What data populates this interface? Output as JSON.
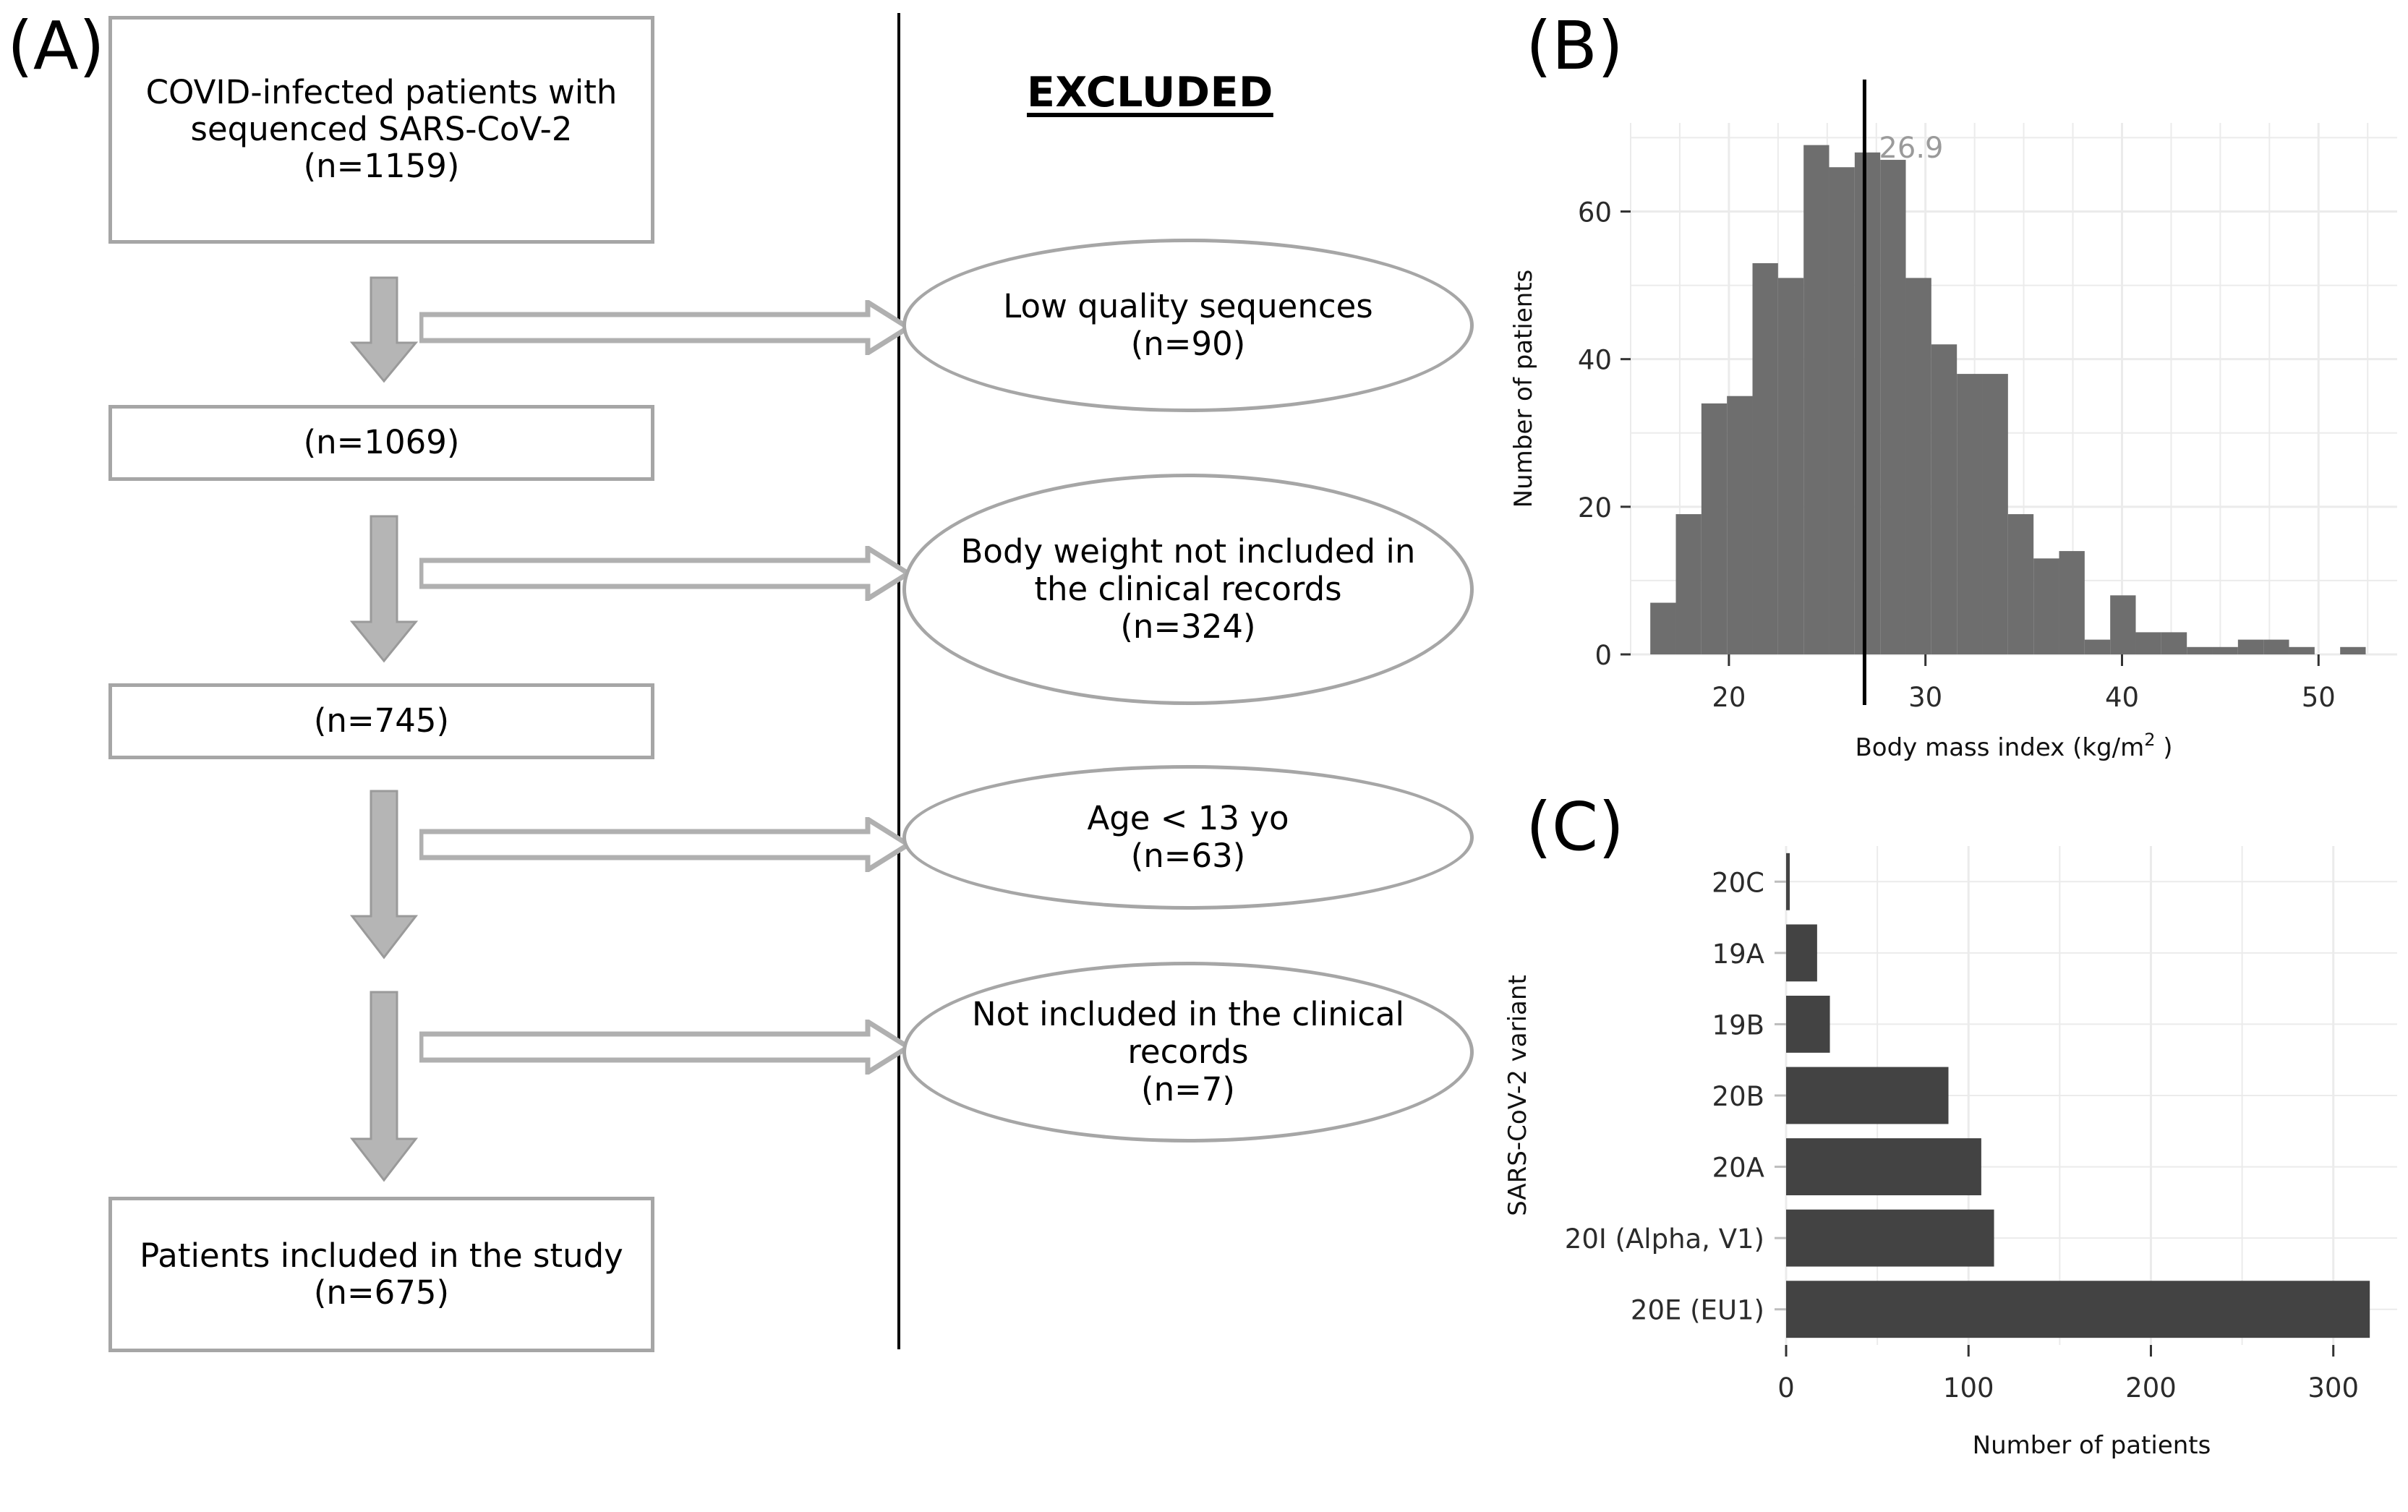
{
  "panels": {
    "a": {
      "letter": "(A)",
      "excluded_heading": "EXCLUDED",
      "boxes": [
        {
          "id": "box-initial",
          "text": "COVID-infected patients with sequenced SARS-CoV-2\n(n=1159)"
        },
        {
          "id": "box-1069",
          "text": "(n=1069)"
        },
        {
          "id": "box-745",
          "text": "(n=745)"
        },
        {
          "id": "box-final",
          "text": "Patients included in the study\n(n=675)"
        }
      ],
      "exclusions": [
        {
          "id": "excl-low-quality",
          "text": "Low quality sequences\n(n=90)",
          "n": 90
        },
        {
          "id": "excl-body-weight",
          "text": "Body weight not included in the clinical records\n(n=324)",
          "n": 324
        },
        {
          "id": "excl-age",
          "text": "Age < 13 yo\n(n=63)",
          "n": 63
        },
        {
          "id": "excl-not-included",
          "text": "Not included in the clinical records\n(n=7)",
          "n": 7
        }
      ]
    },
    "b": {
      "letter": "(B)",
      "vline_label": "26.9"
    },
    "c": {
      "letter": "(C)"
    }
  },
  "chart_data": [
    {
      "id": "bmi-histogram",
      "panel": "(B)",
      "type": "bar",
      "title": "",
      "xlabel": "Body mass index (kg/m² )",
      "ylabel": "Number of patients",
      "xlim": [
        15,
        54
      ],
      "ylim": [
        0,
        72
      ],
      "xticks": [
        20,
        30,
        40,
        50
      ],
      "yticks": [
        0,
        20,
        40,
        60
      ],
      "grid": true,
      "bin_width": 1.3,
      "bin_starts": [
        16.0,
        17.3,
        18.6,
        19.9,
        21.2,
        22.5,
        23.8,
        25.1,
        26.4,
        27.7,
        29.0,
        30.3,
        31.6,
        32.9,
        34.2,
        35.5,
        36.8,
        38.1,
        39.4,
        40.7,
        42.0,
        43.3,
        44.6,
        45.9,
        47.2,
        48.5,
        49.8,
        51.1,
        52.4
      ],
      "values": [
        7,
        19,
        34,
        35,
        53,
        51,
        69,
        66,
        68,
        67,
        51,
        42,
        38,
        38,
        19,
        13,
        14,
        2,
        8,
        3,
        3,
        1,
        1,
        2,
        2,
        1,
        0,
        1
      ],
      "annotations": [
        {
          "type": "vline",
          "x": 26.9,
          "label": "26.9",
          "color": "#000000"
        }
      ],
      "bar_color": "#6e6e6e"
    },
    {
      "id": "variant-bar-chart",
      "panel": "(C)",
      "type": "bar",
      "orientation": "horizontal",
      "title": "",
      "xlabel": "Number of patients",
      "ylabel": "SARS-CoV-2 variant",
      "categories": [
        "20C",
        "19A",
        "19B",
        "20B",
        "20A",
        "20I (Alpha, V1)",
        "20E (EU1)"
      ],
      "values": [
        2,
        17,
        24,
        89,
        107,
        114,
        320
      ],
      "xlim": [
        0,
        335
      ],
      "xticks": [
        0,
        100,
        200,
        300
      ],
      "grid": true,
      "bar_color": "#434343"
    }
  ]
}
